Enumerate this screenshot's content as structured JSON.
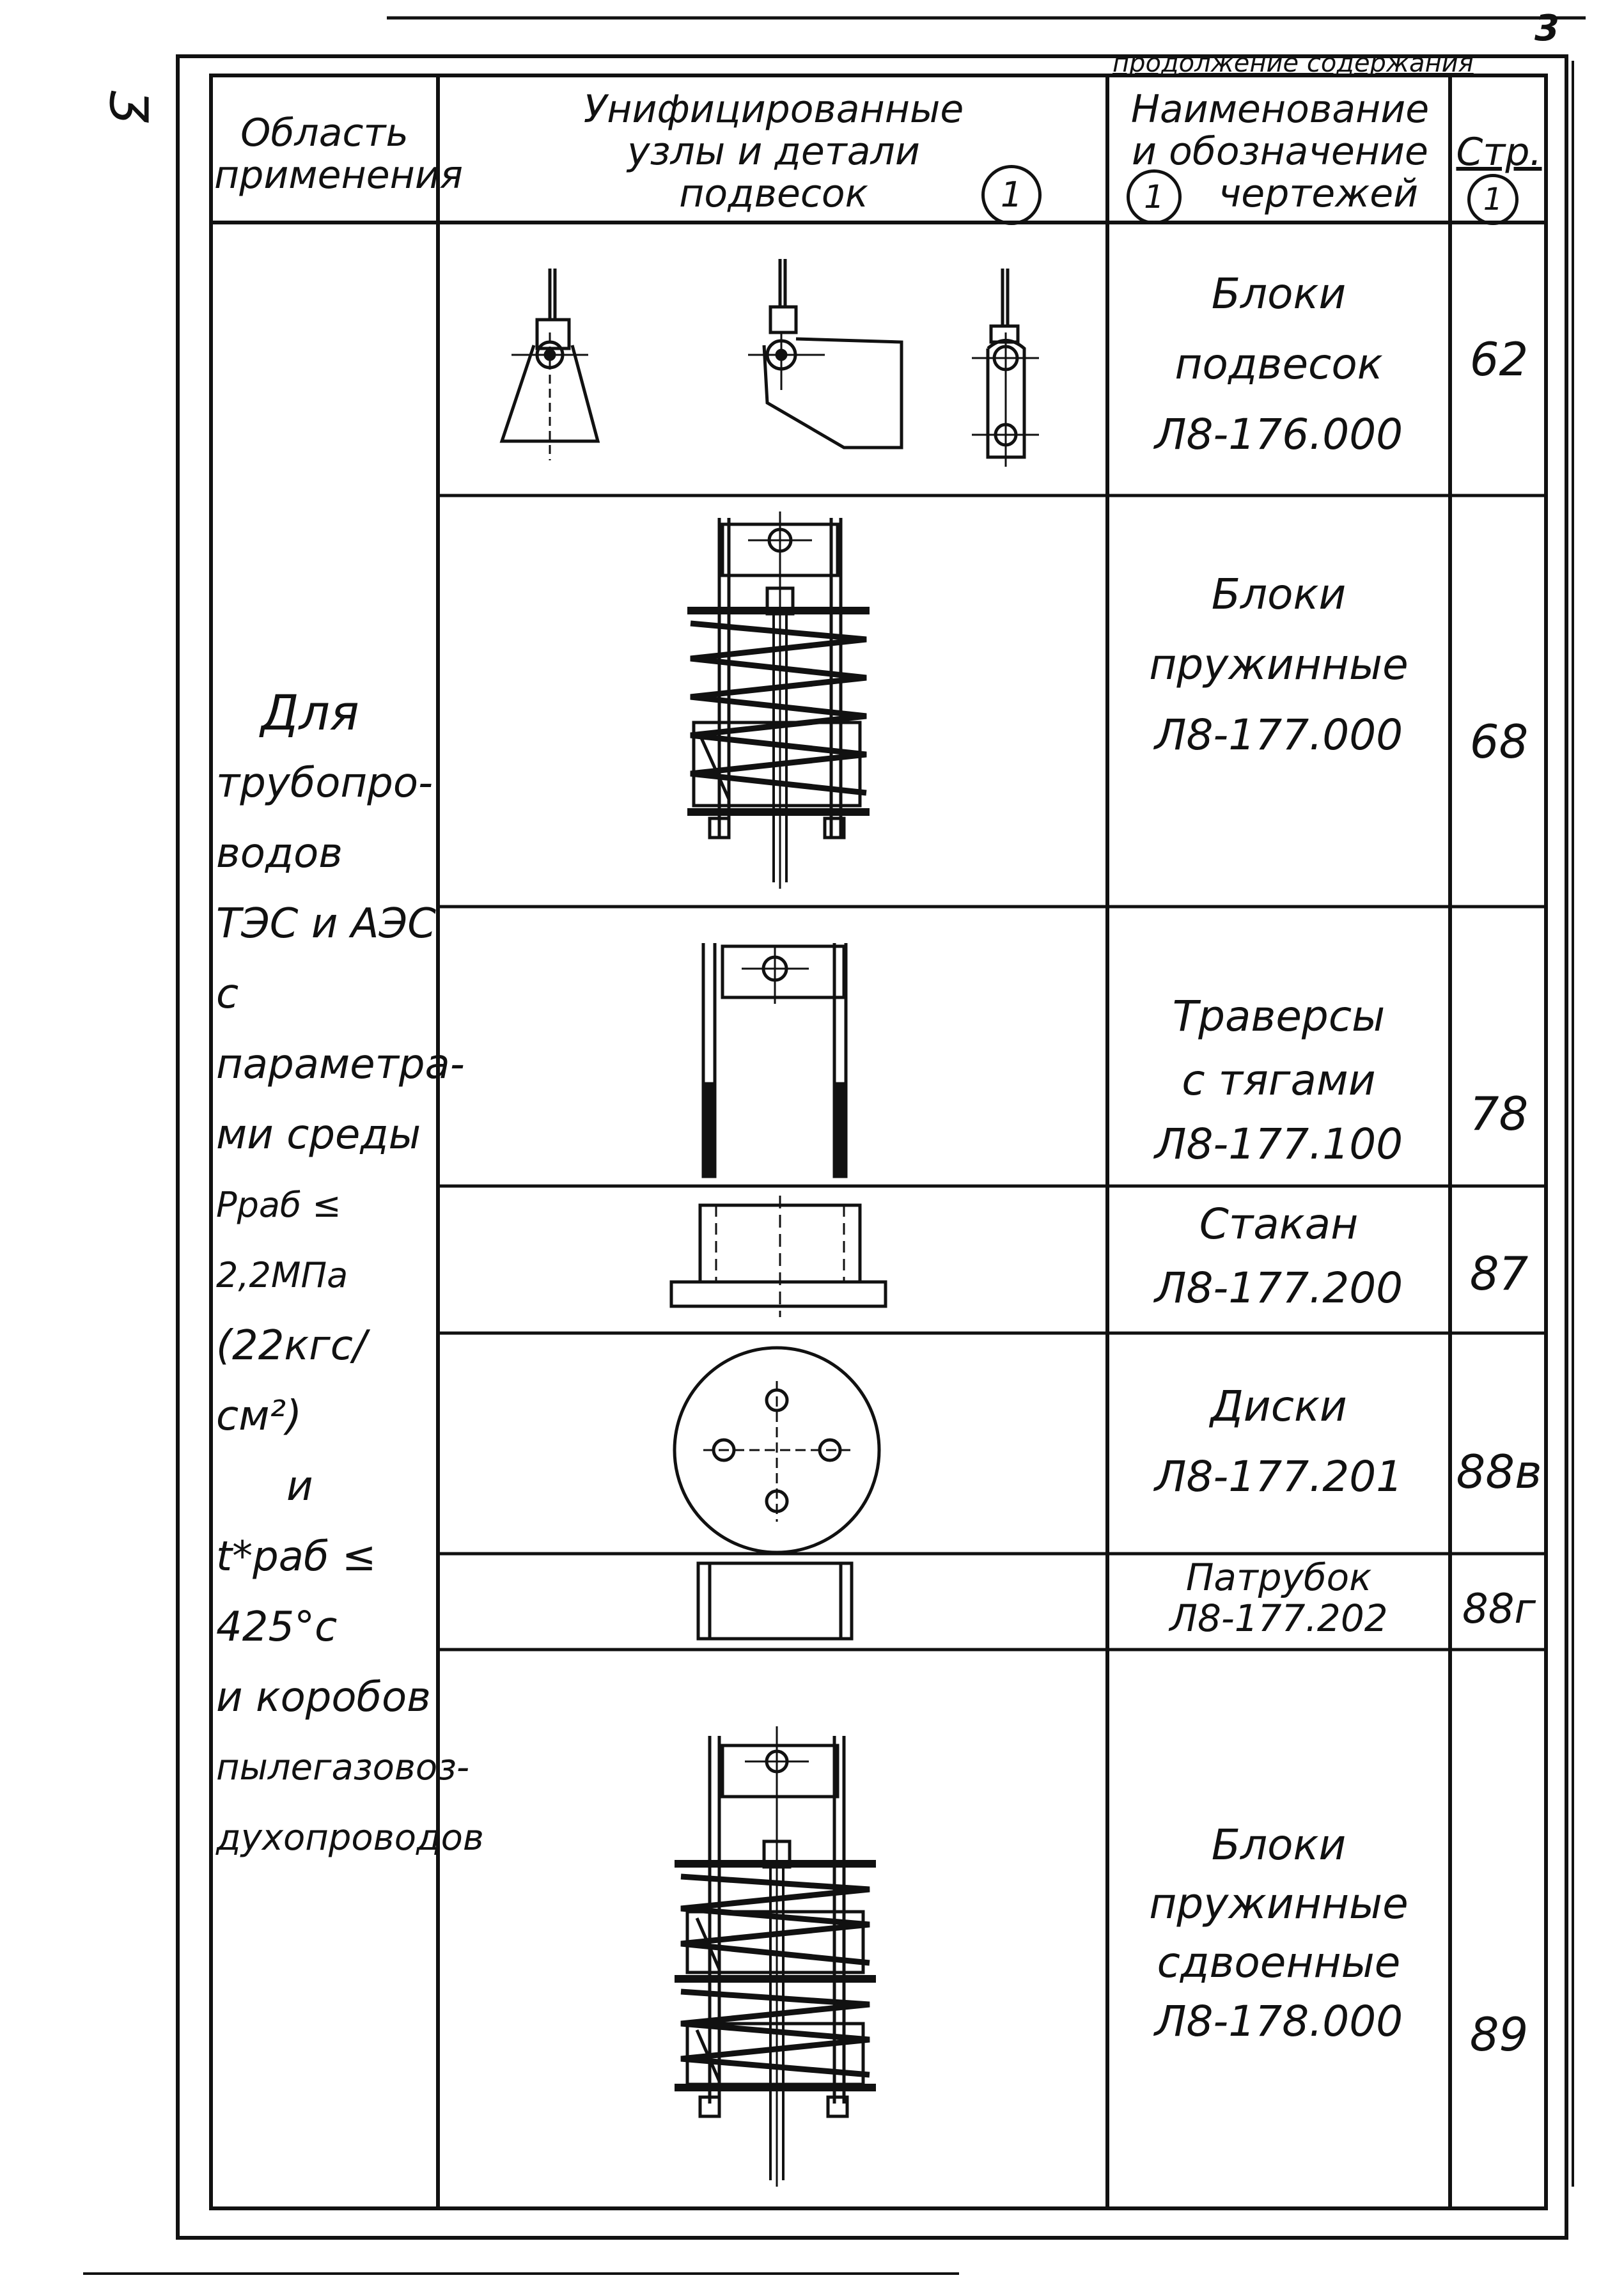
{
  "page_number": "3",
  "continuation": "продолжение содержания",
  "side_mark": "Ʒ",
  "header": {
    "area": [
      "Область",
      "применения"
    ],
    "units": [
      "Унифицированные",
      "узлы и детали",
      "подвесок"
    ],
    "units_mark": "1",
    "name": [
      "Наименование",
      "и обозначение",
      "чертежей"
    ],
    "name_mark": "1",
    "page": "Стр.",
    "page_mark": "1"
  },
  "area_text": [
    "Для",
    "трубопро-",
    "водов",
    "ТЭС и АЭС",
    "с параметра-",
    "ми среды",
    "Pраб ≤ 2,2МПа",
    "(22кгс/см²)",
    "и",
    "t*раб ≤ 425°с",
    "и коробов",
    "пылегазовоз-",
    "духопроводов"
  ],
  "rows": [
    {
      "name_lines": [
        "Блоки",
        "подвесок",
        "Л8-176.000"
      ],
      "page": "62"
    },
    {
      "name_lines": [
        "Блоки",
        "пружинные",
        "Л8-177.000"
      ],
      "page": "68"
    },
    {
      "name_lines": [
        "Траверсы",
        "с тягами",
        "Л8-177.100"
      ],
      "page": "78"
    },
    {
      "name_lines": [
        "Стакан",
        "Л8-177.200"
      ],
      "page": "87"
    },
    {
      "name_lines": [
        "Диски",
        "Л8-177.201"
      ],
      "page": "88в"
    },
    {
      "name_lines": [
        "Патрубок",
        "Л8-177.202"
      ],
      "page": "88г"
    },
    {
      "name_lines": [
        "Блоки",
        "пружинные",
        "сдвоенные",
        "Л8-178.000"
      ],
      "page": "89"
    }
  ]
}
